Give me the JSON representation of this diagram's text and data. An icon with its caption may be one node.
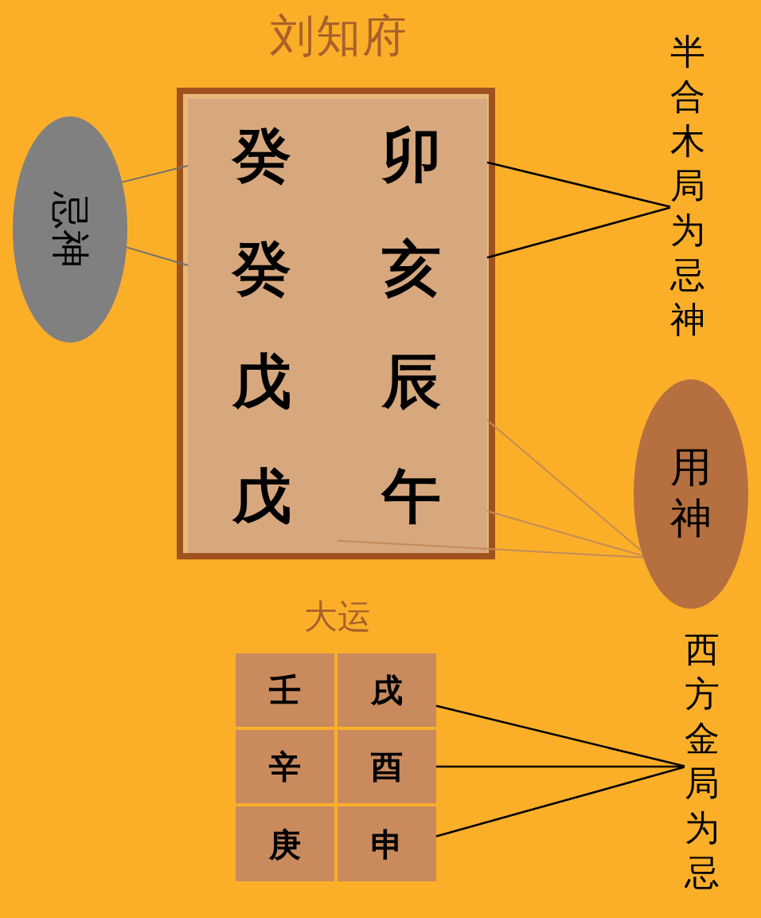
{
  "diagram": {
    "title": "刘知府",
    "nodes": [
      {
        "text": [],
        "shape": "box"
      },
      {
        "text": [
          "癸"
        ],
        "in": 0
      },
      {
        "text": [
          "卯"
        ],
        "in": 0
      },
      {
        "text": [
          "癸"
        ],
        "in": 0
      },
      {
        "text": [
          "亥"
        ],
        "in": 0
      },
      {
        "text": [
          "戊"
        ],
        "in": 0
      },
      {
        "text": [
          "辰"
        ],
        "in": 0
      },
      {
        "text": [
          "戊"
        ],
        "in": 0
      },
      {
        "text": [
          "午"
        ],
        "in": 0
      },
      {
        "text": [
          "忌神"
        ]
      },
      {
        "text": [
          "半合木局为忌神"
        ]
      },
      {
        "text": [
          "用神"
        ]
      },
      {
        "text": [
          "壬"
        ]
      },
      {
        "text": [
          "戌"
        ]
      },
      {
        "text": [
          "辛"
        ]
      },
      {
        "text": [
          "酉"
        ]
      },
      {
        "text": [
          "庚"
        ]
      },
      {
        "text": [
          "申"
        ]
      },
      {
        "text": [
          "西方金局为忌"
        ]
      }
    ],
    "edges": [
      {
        "from": 9,
        "to": 1,
        "arrow": "none",
        "color": "#707070"
      },
      {
        "from": 9,
        "to": 3,
        "arrow": "none",
        "color": "#707070"
      },
      {
        "from": 10,
        "to": 2,
        "arrow": "none"
      },
      {
        "from": 10,
        "to": 4,
        "arrow": "none"
      },
      {
        "from": 11,
        "to": 6,
        "arrow": "none",
        "color": "#c48a58"
      },
      {
        "from": 11,
        "to": 8,
        "arrow": "none",
        "color": "#c48a58"
      },
      {
        "from": 11,
        "to": 7,
        "arrow": "none",
        "color": "#c48a58"
      },
      {
        "from": 18,
        "to": 13,
        "arrow": "none"
      },
      {
        "from": 18,
        "to": 15,
        "arrow": "none"
      },
      {
        "from": 18,
        "to": 17,
        "arrow": "none"
      }
    ],
    "labels": [
      "大运"
    ]
  }
}
